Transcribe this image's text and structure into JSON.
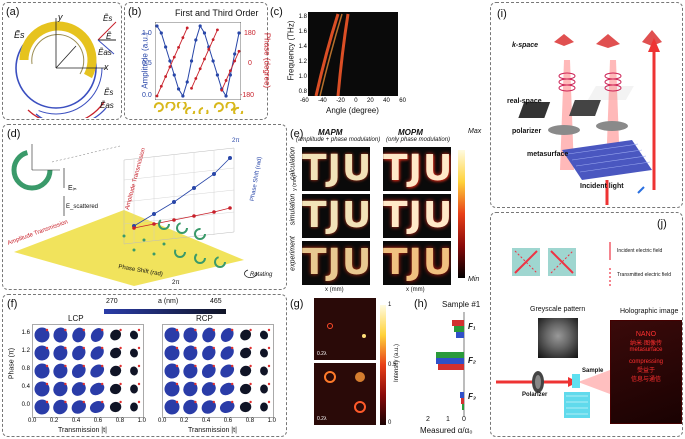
{
  "panels": {
    "a": {
      "label": "(a)",
      "symbols": [
        "Ẽs",
        "y",
        "Ẽs",
        "Ẽ",
        "Ẽas",
        "x",
        "Ẽs",
        "Ẽas"
      ]
    },
    "b": {
      "label": "(b)",
      "title": "First and Third Order",
      "ylabel_left": "Amplitude (a.u.)",
      "ylabel_right": "Phase (degree)",
      "left_ticks": [
        "1.0",
        "0.5",
        "0.0"
      ],
      "right_ticks": [
        "180",
        "0",
        "-180"
      ]
    },
    "c": {
      "label": "(c)",
      "ylabel": "Frequency (THz)",
      "xlabel": "Angle (degree)",
      "yticks": [
        "1.8",
        "1.6",
        "1.4",
        "1.2",
        "1.0",
        "0.8"
      ],
      "xticks": [
        "-60",
        "-40",
        "-20",
        "0",
        "20",
        "40",
        "60"
      ]
    },
    "d": {
      "label": "(d)",
      "axis_labels": [
        "Amplitude Transmission",
        "Phase Shift (rad)",
        "Rotating",
        "Amplitude Transmission",
        "Phase Shift (rad)",
        "Eᵢₙ",
        "E_scattered",
        "2π",
        "2π"
      ]
    },
    "e": {
      "label": "(e)",
      "col1": "MAPM",
      "col1_sub": "(amplitude + phase modulation)",
      "col2": "MOPM",
      "col2_sub": "(only phase modulation)",
      "rows": [
        "calculation",
        "simulation",
        "experiment"
      ],
      "glyph": "TJU",
      "cb_max": "Max",
      "cb_min": "Min",
      "xlabel": "x (mm)",
      "ylabel": "y (mm)"
    },
    "f": {
      "label": "(f)",
      "lcp": "LCP",
      "rcp": "RCP",
      "cb_min": "270",
      "cb_title": "a (nm)",
      "cb_max": "465",
      "ylabel": "Phase (π)",
      "xlabel": "Transmission |t|",
      "yticks": [
        "1.6",
        "1.2",
        "0.8",
        "0.4",
        "0.0"
      ],
      "xticks": [
        "0.0",
        "0.2",
        "0.4",
        "0.6",
        "0.8",
        "1.0"
      ]
    },
    "g": {
      "label": "(g)",
      "ylabel": "Intensity (a.u.)",
      "cb_ticks": [
        "1",
        "0.5",
        "0"
      ],
      "scale": "0.2λ"
    },
    "h": {
      "label": "(h)",
      "title": "Sample #1",
      "xlabel": "Measured α/α₀",
      "xticks": [
        "2",
        "1",
        "0"
      ],
      "rows": [
        "F₁",
        "F₂",
        "F₃"
      ]
    },
    "i": {
      "label": "(i)",
      "kspace": "k-space",
      "realspace": "real-space",
      "polarizer": "polarizer",
      "metasurface": "metasurface",
      "incident": "Incident light"
    },
    "j": {
      "label": "(j)",
      "incident_field": "Incident electric field",
      "transmitted_field": "Transmitted electric field",
      "greyscale": "Greyscale pattern",
      "holographic": "Holographic image",
      "sample": "Sample",
      "polarizer": "Polarizer",
      "holo_lines": [
        "NANO",
        "纳米·图像传",
        "metasurface",
        "compressing",
        "受益于",
        "信息与通信"
      ]
    }
  },
  "chart_data": [
    {
      "type": "line",
      "title": "First and Third Order",
      "xlabel": "",
      "ylabel": "Amplitude (a.u.)",
      "series": [
        {
          "name": "",
          "values": [
            1.0,
            0.9,
            0.7,
            0.5,
            0.3,
            0.1,
            0.0,
            0.2,
            0.5,
            0.8,
            1.0,
            0.9,
            0.7,
            0.5,
            0.3,
            0.1,
            0.0,
            0.3,
            0.6,
            0.9
          ]
        },
        {
          "name": "",
          "values": [
            -180,
            -130,
            -80,
            -30,
            20,
            70,
            120,
            170,
            -140,
            -90,
            -40,
            10,
            60,
            110,
            160,
            -150,
            -100,
            -50,
            0,
            50
          ]
        }
      ],
      "ylim": [
        0,
        1.0
      ],
      "y2lim": [
        -180,
        180
      ],
      "colors": [
        "#2846a8",
        "#c8202a"
      ]
    }
  ]
}
